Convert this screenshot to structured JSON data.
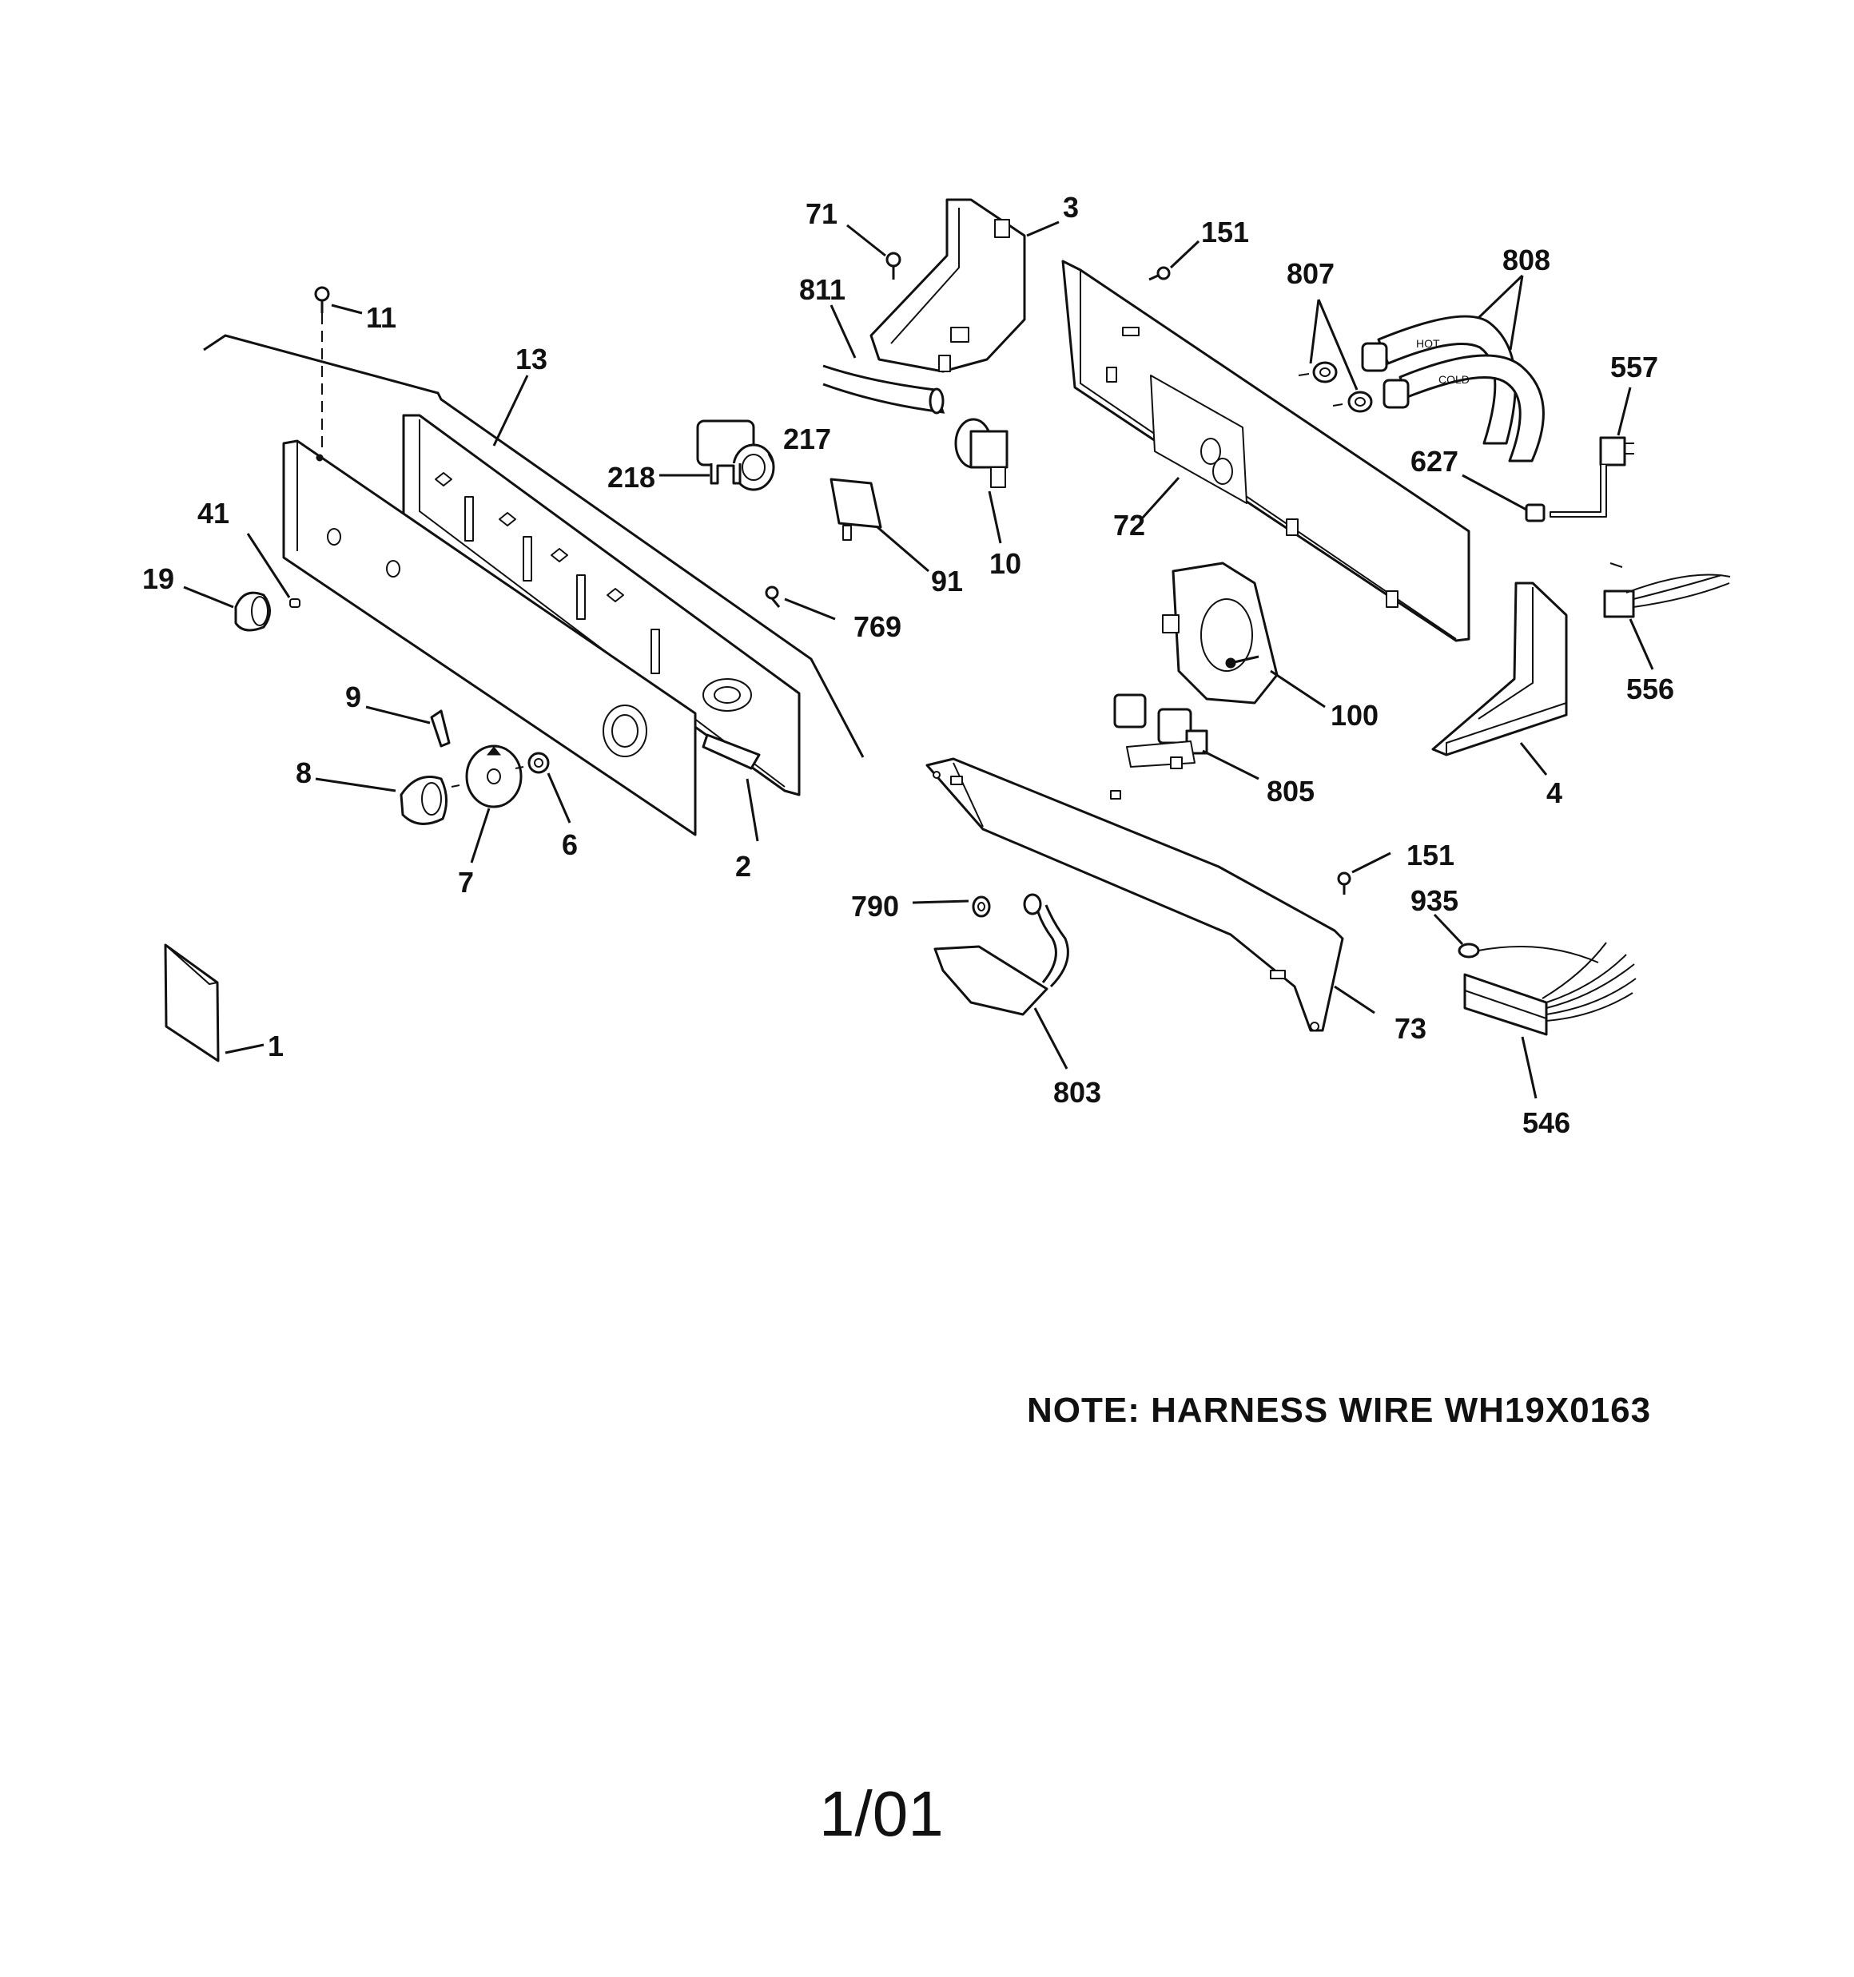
{
  "diagram": {
    "part_labels": {
      "p1": "1",
      "p2": "2",
      "p3": "3",
      "p4": "4",
      "p6": "6",
      "p7": "7",
      "p8": "8",
      "p9": "9",
      "p10": "10",
      "p11": "11",
      "p13": "13",
      "p19": "19",
      "p41": "41",
      "p71": "71",
      "p72": "72",
      "p73": "73",
      "p91": "91",
      "p100": "100",
      "p151a": "151",
      "p151b": "151",
      "p217": "217",
      "p218": "218",
      "p546": "546",
      "p556": "556",
      "p557": "557",
      "p627": "627",
      "p769": "769",
      "p790": "790",
      "p803": "803",
      "p805": "805",
      "p807": "807",
      "p808": "808",
      "p811": "811",
      "p935": "935"
    },
    "hose_labels": {
      "hot": "HOT",
      "cold": "COLD"
    },
    "note": "NOTE: HARNESS WIRE WH19X0163",
    "page_code": "1/01"
  }
}
